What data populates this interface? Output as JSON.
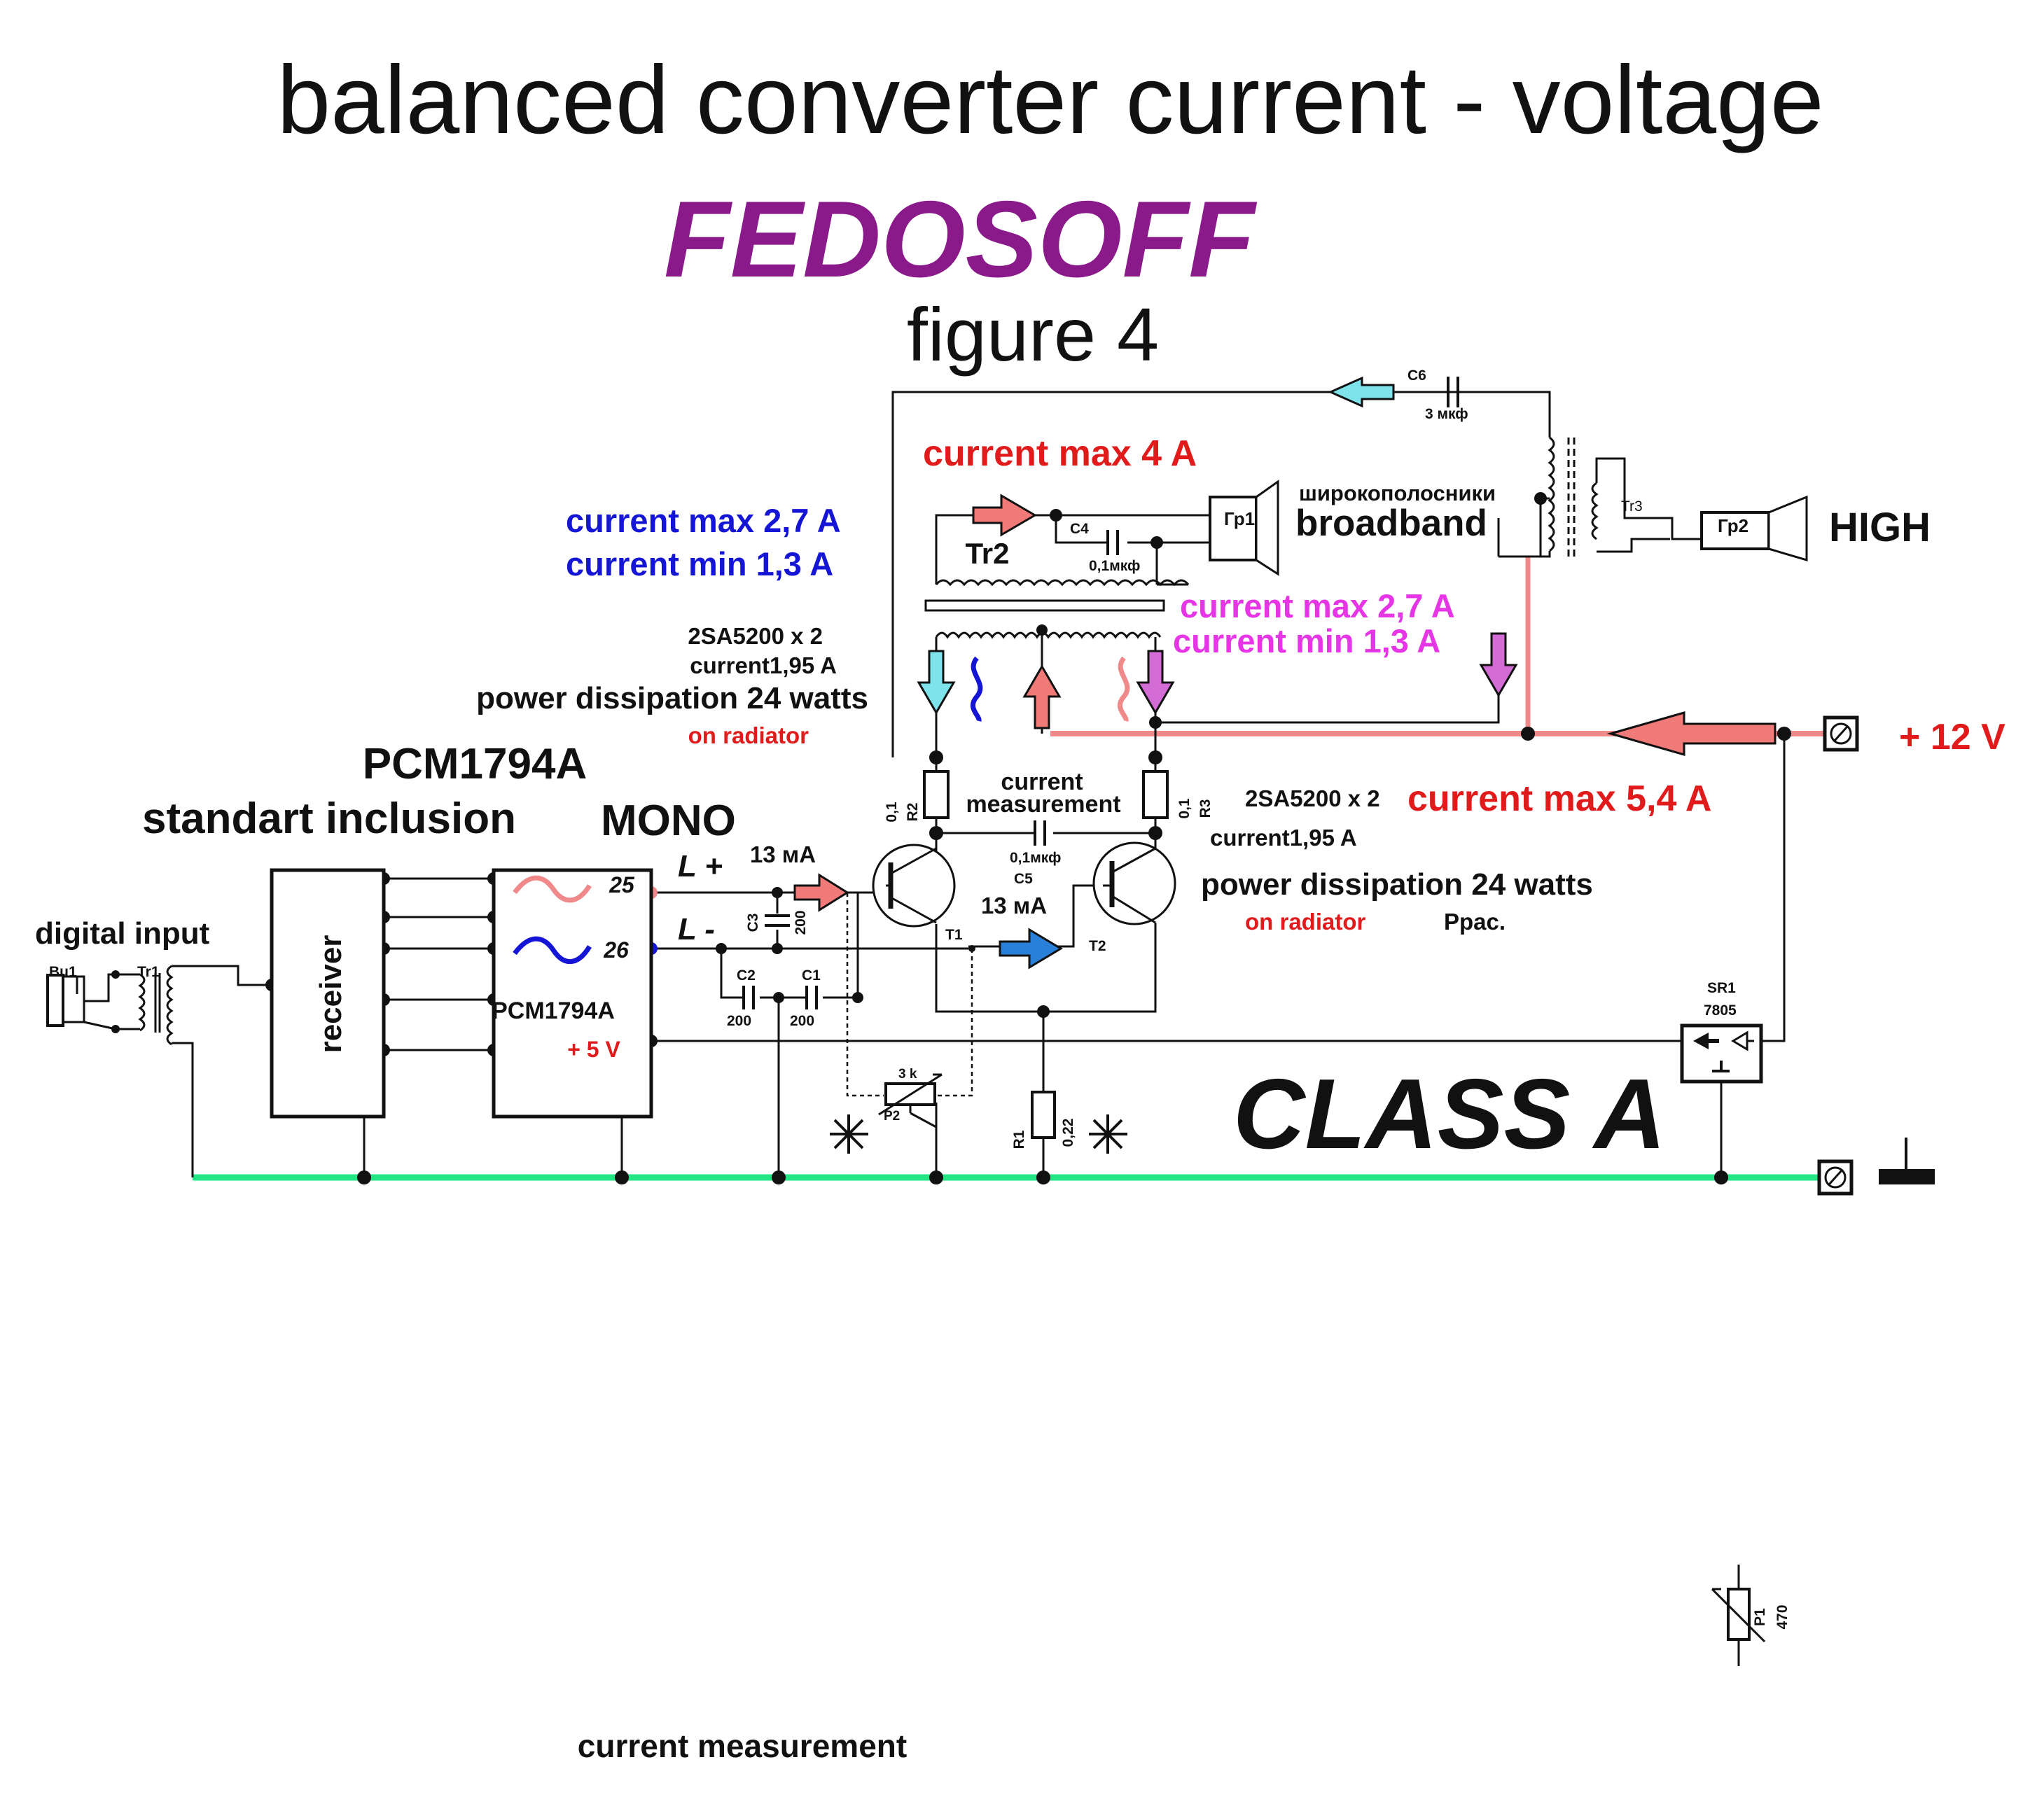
{
  "title": "balanced converter current - voltage",
  "brand": "FEDOSOFF",
  "figure_label": "figure 4",
  "colors": {
    "brand": "#8a1a8a",
    "accent_red": "#e11b1b",
    "accent_blue": "#1515d6",
    "accent_magenta": "#e535e5",
    "ground_rail": "#22e683",
    "supply_rail": "#f08a8a",
    "arrow_salmon": "#f07a78",
    "arrow_cyan": "#7fe3ec",
    "arrow_violet": "#d46cd6",
    "arrow_blue": "#2a7fd8"
  },
  "annotations": {
    "current_max_4a": "current max 4 A",
    "blue_max": "current max 2,7 A",
    "blue_min": "current min 1,3 A",
    "magenta_max": "current max 2,7 A",
    "magenta_min": "current min 1,3 A",
    "broadband_ru": "широкополосники",
    "broadband": "broadband",
    "high": "HIGH",
    "plus_12v": "+ 12 V",
    "current_max_5_4a": "current max 5,4 A",
    "left_transistor_type": "2SA5200 x 2",
    "left_transistor_current": "current1,95 A",
    "left_power_dissipation": "power dissipation 24 watts",
    "left_on_radiator": "on radiator",
    "right_transistor_type": "2SA5200 x 2",
    "right_transistor_current": "current1,95 A",
    "right_power_dissipation": "power dissipation 24 watts",
    "right_on_radiator": "on radiator",
    "ppac": "Ppac.",
    "pcm_title": "PCM1794A",
    "pcm_subtitle": "standart inclusion",
    "mono": "MONO",
    "digital_input": "digital input",
    "current_measurement_center": "current\nmeasurement",
    "current_measurement_bottom": "current measurement",
    "class_a": "CLASS A",
    "l_plus": "L +",
    "l_minus": "L -",
    "bias_13ma_top": "13 мА",
    "bias_13ma_bottom": "13 мА"
  },
  "components": {
    "receiver": "receiver",
    "dac_chip": "PCM1794A",
    "dac_supply": "+ 5 V",
    "pin_25": "25",
    "pin_26": "26",
    "bu1": "Bu1",
    "tr1": "Tr1",
    "tr2": "Tr2",
    "tr3": "Tr3",
    "gr1": "Гр1",
    "gr2": "Гр2",
    "c1": "C1",
    "c1_value": "200",
    "c2": "C2",
    "c2_value": "200",
    "c3": "C3",
    "c3_value": "200",
    "c4": "C4",
    "c4_value": "0,1мкф",
    "c5": "C5",
    "c5_value": "0,1мкф",
    "c6": "C6",
    "c6_value": "3 мкф",
    "r1": "R1",
    "r1_value": "0,22",
    "r2": "R2",
    "r2_value": "0,1",
    "r3": "R3",
    "r3_value": "0,1",
    "p1": "P1",
    "p1_value": "470",
    "p2": "P2",
    "p2_value": "3 k",
    "t1": "T1",
    "t2": "T2",
    "sr1": "SR1",
    "sr1_type": "7805"
  }
}
